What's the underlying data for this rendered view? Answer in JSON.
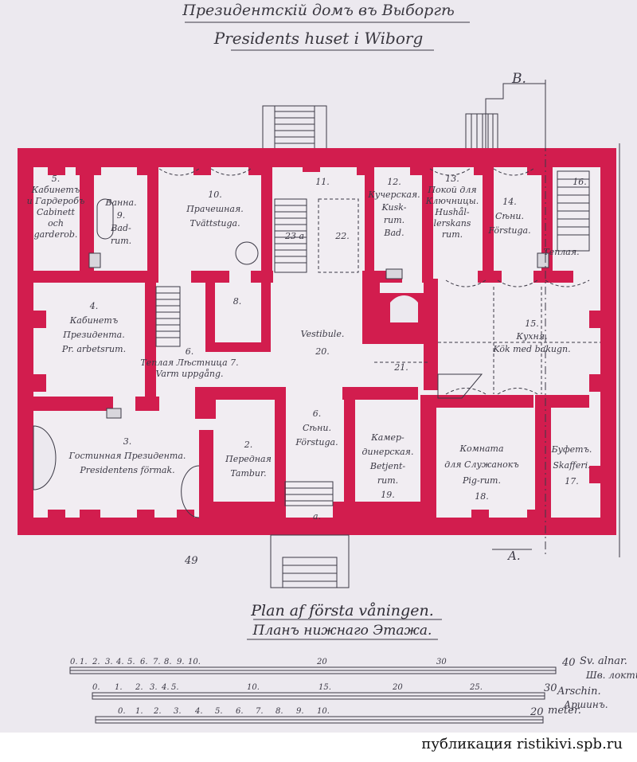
{
  "title": {
    "ru": "Президентскій домъ въ Выборгѣ",
    "sv": "Presidents huset i Wiborg"
  },
  "axis_marks": {
    "a": "A.",
    "b": "B."
  },
  "folio": "49",
  "rooms": [
    {
      "id": "r5",
      "lines": [
        "5.",
        "Кабинетъ",
        "и Гардеробъ",
        "Cabinett",
        "och",
        "garderob."
      ]
    },
    {
      "id": "r9",
      "lines": [
        "Ванна.",
        "9.",
        "Bad-",
        "rum."
      ]
    },
    {
      "id": "r10",
      "lines": [
        "10.",
        "Прачешная.",
        "Tvättstuga."
      ]
    },
    {
      "id": "r11",
      "lines": [
        "11."
      ]
    },
    {
      "id": "r23a",
      "lines": [
        "23 a"
      ]
    },
    {
      "id": "r22",
      "lines": [
        "22."
      ]
    },
    {
      "id": "r12",
      "lines": [
        "12.",
        "Кучерская.",
        "Kusk-",
        "rum.",
        "Bad."
      ]
    },
    {
      "id": "r13",
      "lines": [
        "13.",
        "Покой для",
        "Ключницы.",
        "Hushål-",
        "lerskans",
        "rum."
      ]
    },
    {
      "id": "r14",
      "lines": [
        "14.",
        "Сѣни.",
        "Förstuga."
      ]
    },
    {
      "id": "r16",
      "lines": [
        "16."
      ]
    },
    {
      "id": "r16b",
      "lines": [
        "Теплая."
      ]
    },
    {
      "id": "r4",
      "lines": [
        "4.",
        "Кабинетъ",
        "Президента.",
        "Pr. arbetsrum."
      ]
    },
    {
      "id": "r8",
      "lines": [
        "8."
      ]
    },
    {
      "id": "r6a",
      "lines": [
        "6.",
        "Теплая Лѣстница 7.",
        "Varm uppgång."
      ]
    },
    {
      "id": "r20",
      "lines": [
        "Vestibule.",
        "20."
      ]
    },
    {
      "id": "r21",
      "lines": [
        "21."
      ]
    },
    {
      "id": "r15",
      "lines": [
        "15.",
        "Кухня.",
        "Kök med bakugn."
      ]
    },
    {
      "id": "r3",
      "lines": [
        "3.",
        "Гостинная Президента.",
        "Presidentens förmak."
      ]
    },
    {
      "id": "r2",
      "lines": [
        "2.",
        "Передная",
        "Tambur."
      ]
    },
    {
      "id": "r6",
      "lines": [
        "6.",
        "Сѣни.",
        "Förstuga."
      ]
    },
    {
      "id": "ra",
      "lines": [
        "a."
      ]
    },
    {
      "id": "r19",
      "lines": [
        "Камер-",
        "динерская.",
        "Betjent-",
        "rum.",
        "19."
      ]
    },
    {
      "id": "r18",
      "lines": [
        "Комната",
        "для Служанокъ",
        "Pig-rum.",
        "18."
      ]
    },
    {
      "id": "r17",
      "lines": [
        "Буфетъ.",
        "Skafferi.",
        "17."
      ]
    }
  ],
  "caption": {
    "sv": "Plan af första våningen.",
    "ru": "Планъ нижнаго Этажа."
  },
  "scales": [
    {
      "ticks": [
        "0.",
        "1.",
        "2.",
        "3.",
        "4.",
        "5.",
        "6.",
        "7.",
        "8.",
        "9.",
        "10.",
        "20",
        "30"
      ],
      "end": "40",
      "unit": "Sv. alnar.",
      "unit_ru": "Шв. локти."
    },
    {
      "ticks": [
        "0.",
        "1.",
        "2.",
        "3.",
        "4.",
        "5.",
        "10.",
        "15.",
        "20",
        "25."
      ],
      "end": "30",
      "unit": "Arschin.",
      "unit_ru": "Аршинъ."
    },
    {
      "ticks": [
        "0.",
        "1.",
        "2.",
        "3.",
        "4.",
        "5.",
        "6.",
        "7.",
        "8.",
        "9.",
        "10."
      ],
      "end": "20",
      "unit": "meter."
    }
  ],
  "credit": "публикация ristikivi.spb.ru",
  "colors": {
    "paper": "#ece9ef",
    "wall": "#d21d4e",
    "ink": "#3b3945"
  }
}
